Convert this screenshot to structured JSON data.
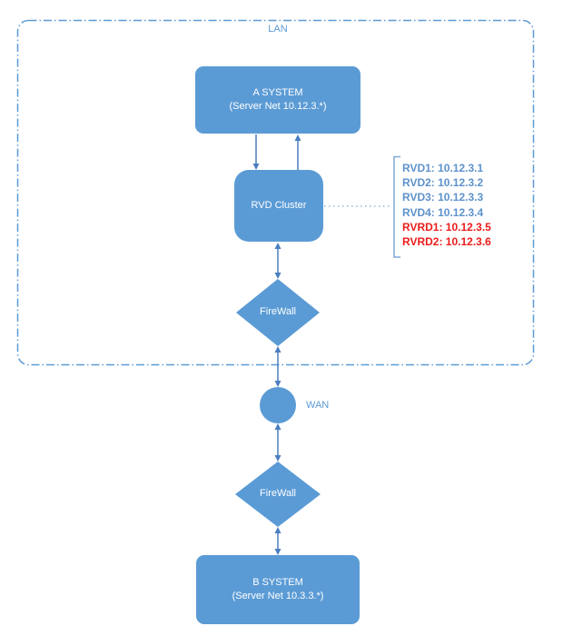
{
  "colors": {
    "shape_fill": "#5B9BD5",
    "shape_text": "#FFFFFF",
    "connector": "#4A7EBF",
    "lan_border": "#5B9BD5",
    "dotted_line": "#8FB9E0",
    "bracket": "#7FA8D9",
    "label_text": "#5B9BD5",
    "rvd_text": "#5D92CB",
    "rvrd_text": "#ED1C1C"
  },
  "lan": {
    "label": "LAN"
  },
  "nodes": {
    "a_system": {
      "title": "A SYSTEM",
      "subtitle": "(Server Net 10.12.3.*)"
    },
    "rvd_cluster": {
      "label": "RVD Cluster"
    },
    "firewall_top": {
      "label": "FireWall"
    },
    "wan": {
      "label": "WAN"
    },
    "firewall_bottom": {
      "label": "FireWall"
    },
    "b_system": {
      "title": "B SYSTEM",
      "subtitle": "(Server Net 10.3.3.*)"
    }
  },
  "rvd_list": {
    "items": [
      {
        "text": "RVD1: 10.12.3.1",
        "color": "#5D92CB"
      },
      {
        "text": "RVD2: 10.12.3.2",
        "color": "#5D92CB"
      },
      {
        "text": "RVD3: 10.12.3.3",
        "color": "#5D92CB"
      },
      {
        "text": "RVD4: 10.12.3.4",
        "color": "#5D92CB"
      },
      {
        "text": "RVRD1: 10.12.3.5",
        "color": "#ED1C1C"
      },
      {
        "text": "RVRD2: 10.12.3.6",
        "color": "#ED1C1C"
      }
    ]
  }
}
